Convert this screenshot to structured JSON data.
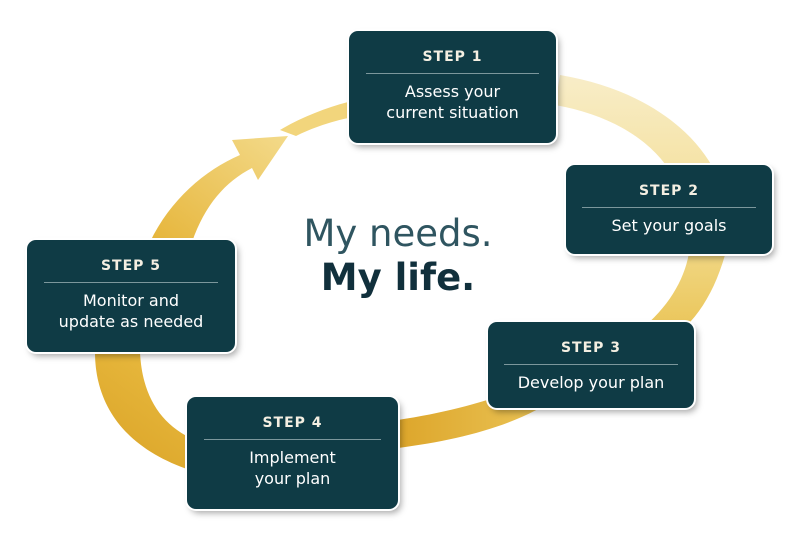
{
  "center": {
    "line1": "My needs.",
    "line2": "My life."
  },
  "colors": {
    "box": "#0f3b45",
    "arrow_dark": "#dba42a",
    "arrow_light": "#f7e7b0"
  },
  "steps": [
    {
      "title": "STEP 1",
      "text": "Assess your\ncurrent situation"
    },
    {
      "title": "STEP 2",
      "text": "Set your goals"
    },
    {
      "title": "STEP 3",
      "text": "Develop your plan"
    },
    {
      "title": "STEP 4",
      "text": "Implement\nyour plan"
    },
    {
      "title": "STEP 5",
      "text": "Monitor and\nupdate as needed"
    }
  ]
}
